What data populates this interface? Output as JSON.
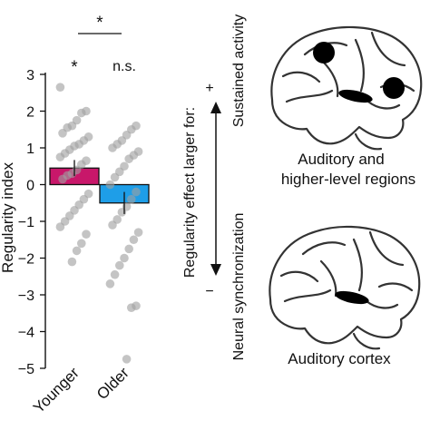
{
  "chart_data": {
    "type": "bar",
    "ylabel": "Regularity index",
    "ylim": [
      -5,
      3
    ],
    "yticks": [
      3,
      2,
      1,
      0,
      -1,
      -2,
      -3,
      -4,
      -5
    ],
    "categories": [
      "Younger",
      "Older"
    ],
    "values": [
      0.45,
      -0.5
    ],
    "errors": [
      0.22,
      0.3
    ],
    "bar_colors": [
      "#c8176a",
      "#1e9ee8"
    ],
    "group_significance": [
      "*",
      "n.s."
    ],
    "comparison_significance": "*",
    "points": [
      [
        2.65,
        2.0,
        1.95,
        1.75,
        1.6,
        1.55,
        1.4,
        1.3,
        1.2,
        1.1,
        1.05,
        0.95,
        0.85,
        0.75,
        0.65,
        0.55,
        0.4,
        0.3,
        0.25,
        0.15,
        -0.25,
        -0.4,
        -0.55,
        -0.7,
        -0.85,
        -1.0,
        -1.15,
        -1.35,
        -1.6,
        -1.8,
        -2.1
      ],
      [
        1.6,
        1.5,
        1.35,
        1.2,
        1.1,
        1.0,
        0.9,
        0.8,
        0.7,
        0.5,
        0.35,
        0.2,
        0.0,
        -0.2,
        -0.4,
        -0.6,
        -0.75,
        -0.95,
        -1.1,
        -1.3,
        -1.5,
        -1.75,
        -2.0,
        -2.2,
        -2.45,
        -2.7,
        -3.3,
        -3.35,
        -4.75
      ]
    ]
  },
  "schematic": {
    "axis_title": "Regularity effect larger for:",
    "plus_sign": "+",
    "minus_sign": "−",
    "top_label": "Sustained activity",
    "bottom_label": "Neural synchronization",
    "top_brain_caption_line1": "Auditory and",
    "top_brain_caption_line2": "higher-level regions",
    "bottom_brain_caption": "Auditory cortex",
    "region_color": "#000000",
    "brain_outline_color": "#333333"
  }
}
